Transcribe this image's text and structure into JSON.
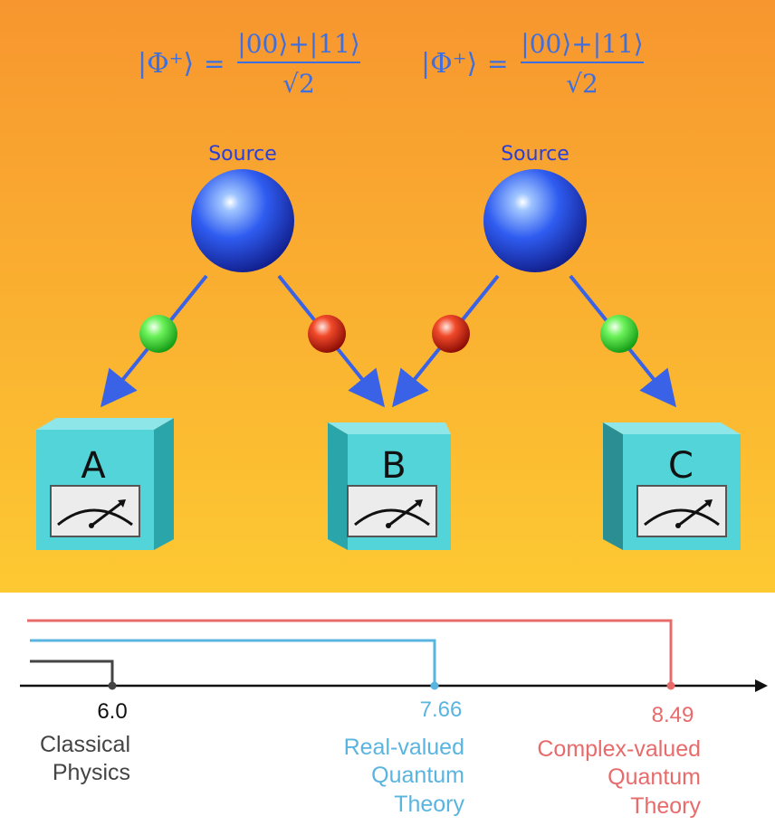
{
  "equations": [
    {
      "lhs": "|Φ⁺⟩",
      "eq": "=",
      "numerator": "|00⟩+|11⟩",
      "denominator": "√2"
    },
    {
      "lhs": "|Φ⁺⟩",
      "eq": "=",
      "numerator": "|00⟩+|11⟩",
      "denominator": "√2"
    }
  ],
  "sources": [
    {
      "label": "Source"
    },
    {
      "label": "Source"
    }
  ],
  "detectors": [
    {
      "label": "A"
    },
    {
      "label": "B"
    },
    {
      "label": "C"
    }
  ],
  "colors": {
    "background_top": "#f7962f",
    "background_bottom": "#fdc932",
    "equation": "#3d6fe0",
    "source_label": "#2b3fd6",
    "sphere": "#1f3fd8",
    "arrow": "#3a62e6",
    "particle_green": "#22dd22",
    "particle_red": "#e01f10",
    "box_face": "#52d4d8",
    "box_side": "#2aa6ab",
    "classical": "#444444",
    "real_quantum": "#5ab4e0",
    "complex_quantum": "#e86b6b"
  },
  "timeline": {
    "markers": [
      {
        "value": "6.0",
        "lines": [
          "Classical",
          "Physics"
        ],
        "color": "#444444"
      },
      {
        "value": "7.66",
        "lines": [
          "Real-valued",
          "Quantum",
          "Theory"
        ],
        "color": "#5ab4e0"
      },
      {
        "value": "8.49",
        "lines": [
          "Complex-valued",
          "Quantum",
          "Theory"
        ],
        "color": "#e86b6b"
      }
    ]
  }
}
